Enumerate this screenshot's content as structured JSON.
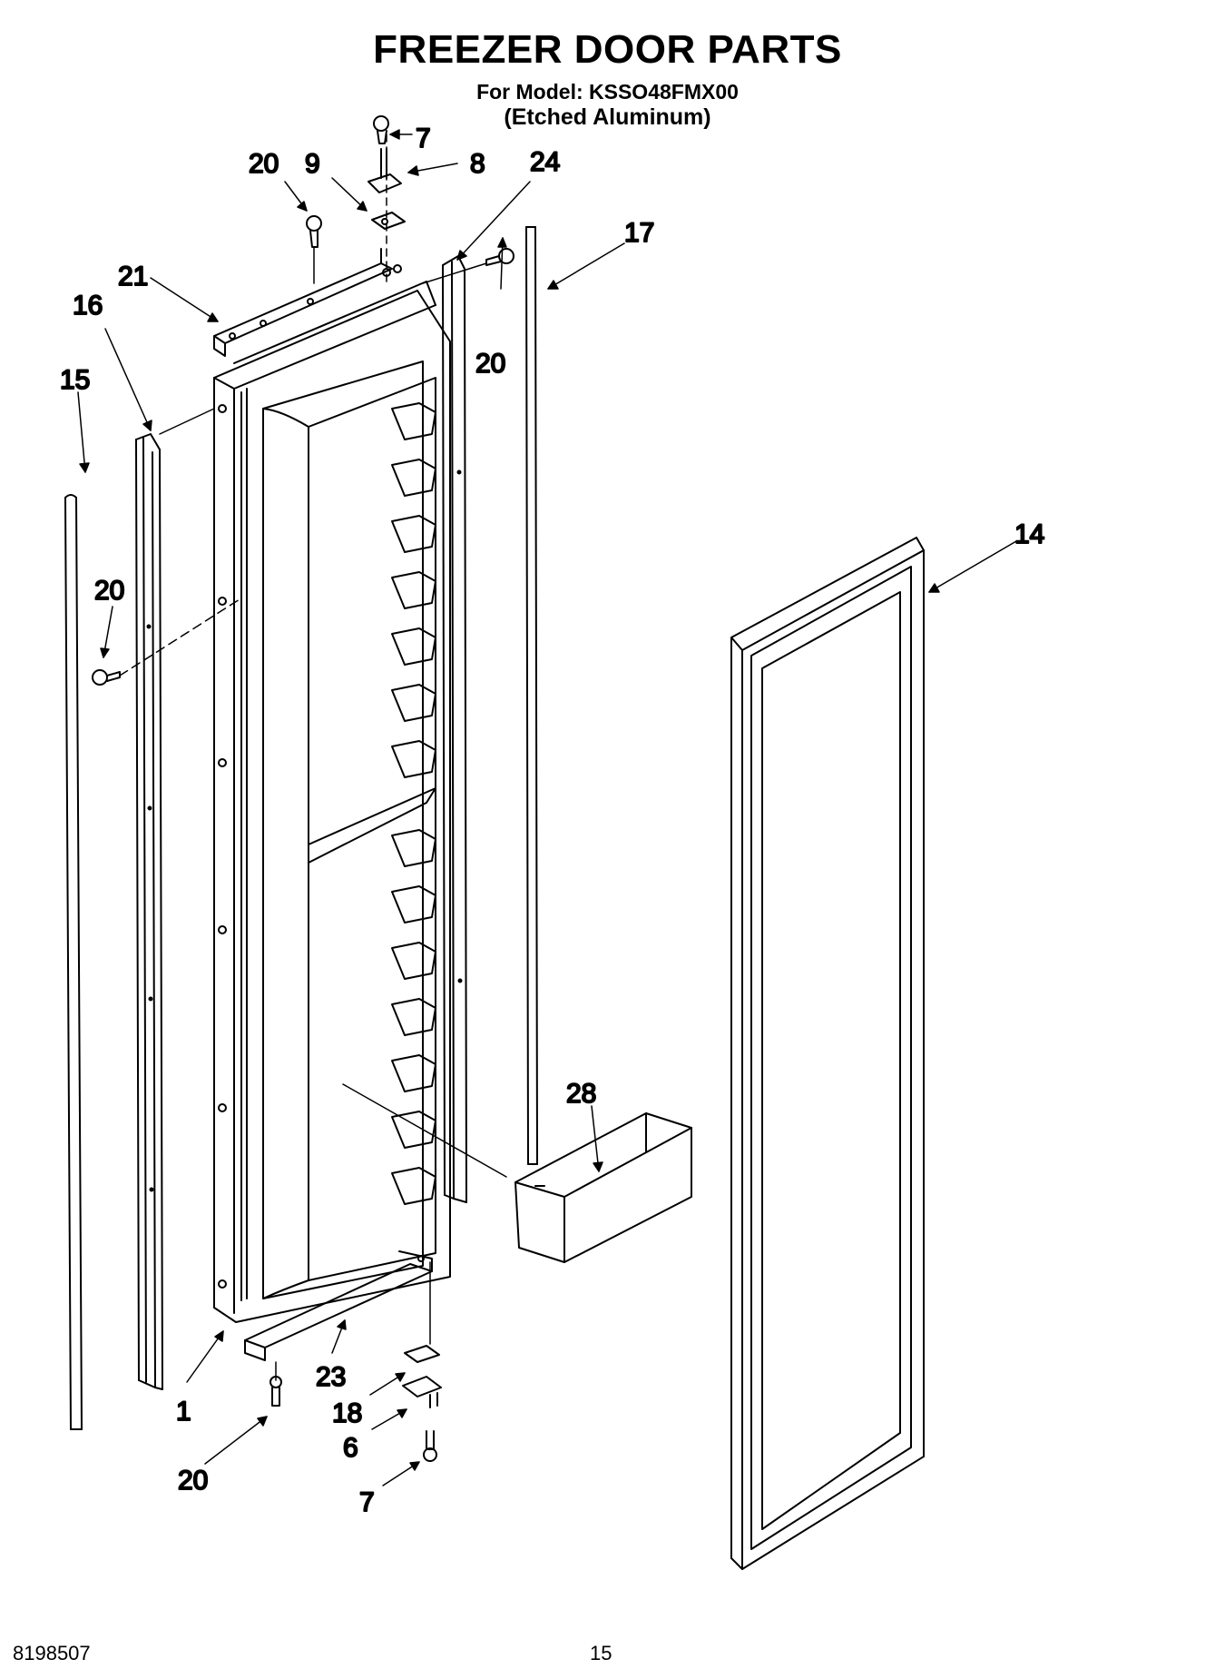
{
  "header": {
    "title": "FREEZER DOOR PARTS",
    "model_line": "For Model: KSSO48FMX00",
    "finish_line": "(Etched Aluminum)"
  },
  "callouts": {
    "c1": "1",
    "c6": "6",
    "c7_top": "7",
    "c7_bottom": "7",
    "c8": "8",
    "c9": "9",
    "c14": "14",
    "c15": "15",
    "c16": "16",
    "c17": "17",
    "c18": "18",
    "c20_top_left": "20",
    "c20_top_right": "20",
    "c20_mid_left": "20",
    "c20_bottom": "20",
    "c21": "21",
    "c23": "23",
    "c24": "24",
    "c28": "28"
  },
  "footer": {
    "document_number": "8198507",
    "page_number": "15"
  }
}
